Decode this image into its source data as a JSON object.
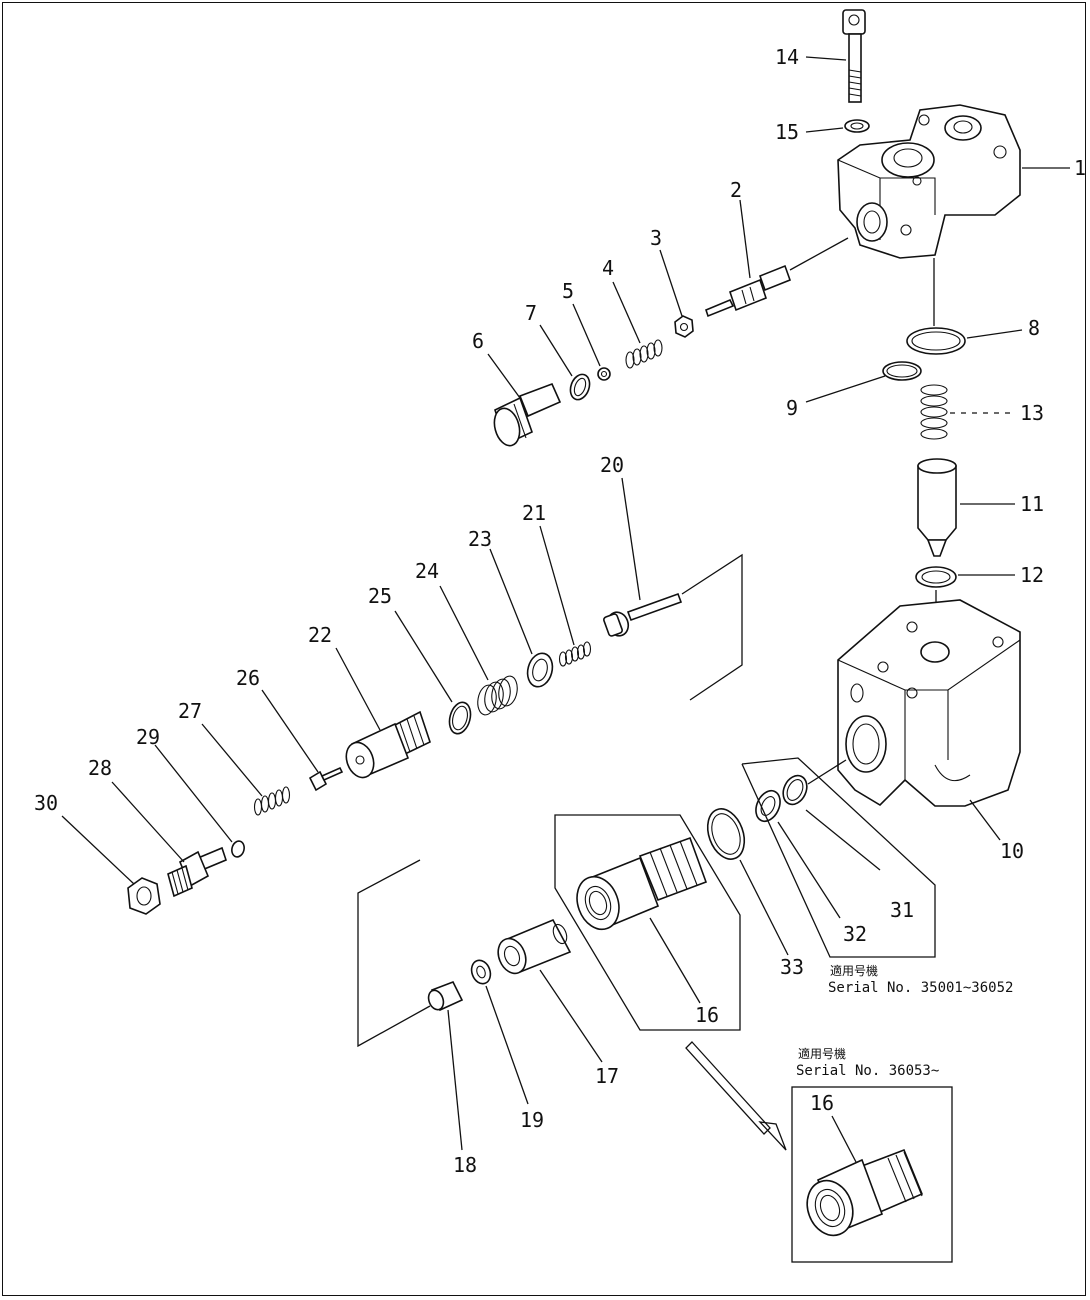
{
  "part_labels": {
    "p1": "1",
    "p2": "2",
    "p3": "3",
    "p4": "4",
    "p5": "5",
    "p6": "6",
    "p7": "7",
    "p8": "8",
    "p9": "9",
    "p10": "10",
    "p11": "11",
    "p12": "12",
    "p13": "13",
    "p14": "14",
    "p15": "15",
    "p16": "16",
    "p17": "17",
    "p18": "18",
    "p19": "19",
    "p20": "20",
    "p21": "21",
    "p22": "22",
    "p23": "23",
    "p24": "24",
    "p25": "25",
    "p26": "26",
    "p27": "27",
    "p28": "28",
    "p29": "29",
    "p30": "30",
    "p31": "31",
    "p32": "32",
    "p33": "33"
  },
  "serial_note_1": {
    "jp": "適用号機",
    "text": "Serial No. 35001~36052"
  },
  "serial_note_2": {
    "jp": "適用号機",
    "text": "Serial No. 36053~",
    "part": "16"
  }
}
